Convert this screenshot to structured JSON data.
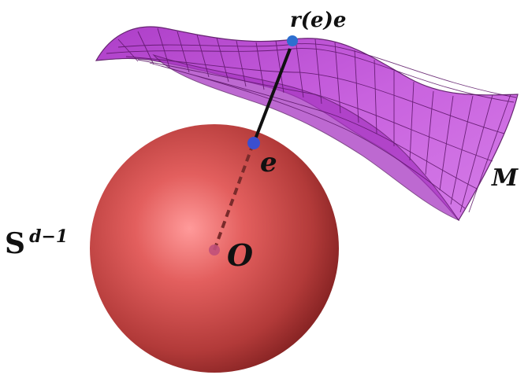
{
  "labels": {
    "surface_point": "r(e)e",
    "unit_point": "e",
    "origin": "O",
    "manifold": "M",
    "sphere_base": "S",
    "sphere_exponent": "d−1"
  },
  "colors": {
    "sphere_highlight": "#ff8a8a",
    "sphere_mid": "#d9504f",
    "sphere_shadow": "#8e2424",
    "surface_fill": "#c24ad8",
    "surface_mesh": "#5a1466",
    "ray_solid": "#111111",
    "ray_dashed": "#7a2b2b",
    "point_blue": "#3b4fd0",
    "point_surface": "#2d6fd0",
    "origin_dot": "#c0507a"
  }
}
